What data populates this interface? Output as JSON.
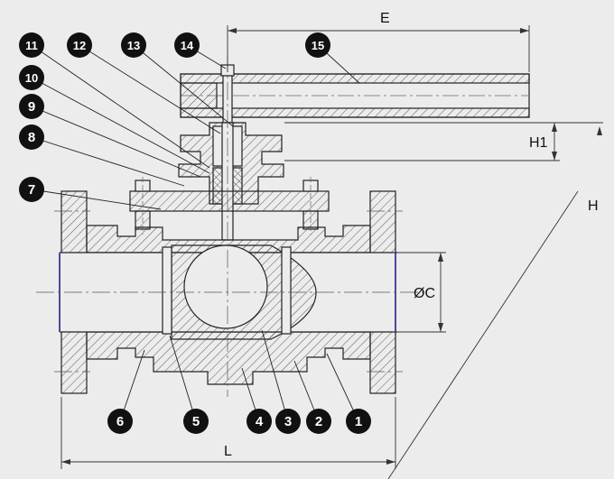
{
  "drawing": {
    "colors": {
      "background": "#ececec",
      "line": "#222222",
      "bore": "#4a4a9a",
      "balloon": "#111111"
    },
    "balloons": [
      {
        "num": "1"
      },
      {
        "num": "2"
      },
      {
        "num": "3"
      },
      {
        "num": "4"
      },
      {
        "num": "5"
      },
      {
        "num": "6"
      },
      {
        "num": "7"
      },
      {
        "num": "8"
      },
      {
        "num": "9"
      },
      {
        "num": "10"
      },
      {
        "num": "11"
      },
      {
        "num": "12"
      },
      {
        "num": "13"
      },
      {
        "num": "14"
      },
      {
        "num": "15"
      }
    ],
    "dimensions": {
      "E": "E",
      "H1": "H1",
      "H": "H",
      "C": "ØC",
      "L": "L"
    }
  }
}
